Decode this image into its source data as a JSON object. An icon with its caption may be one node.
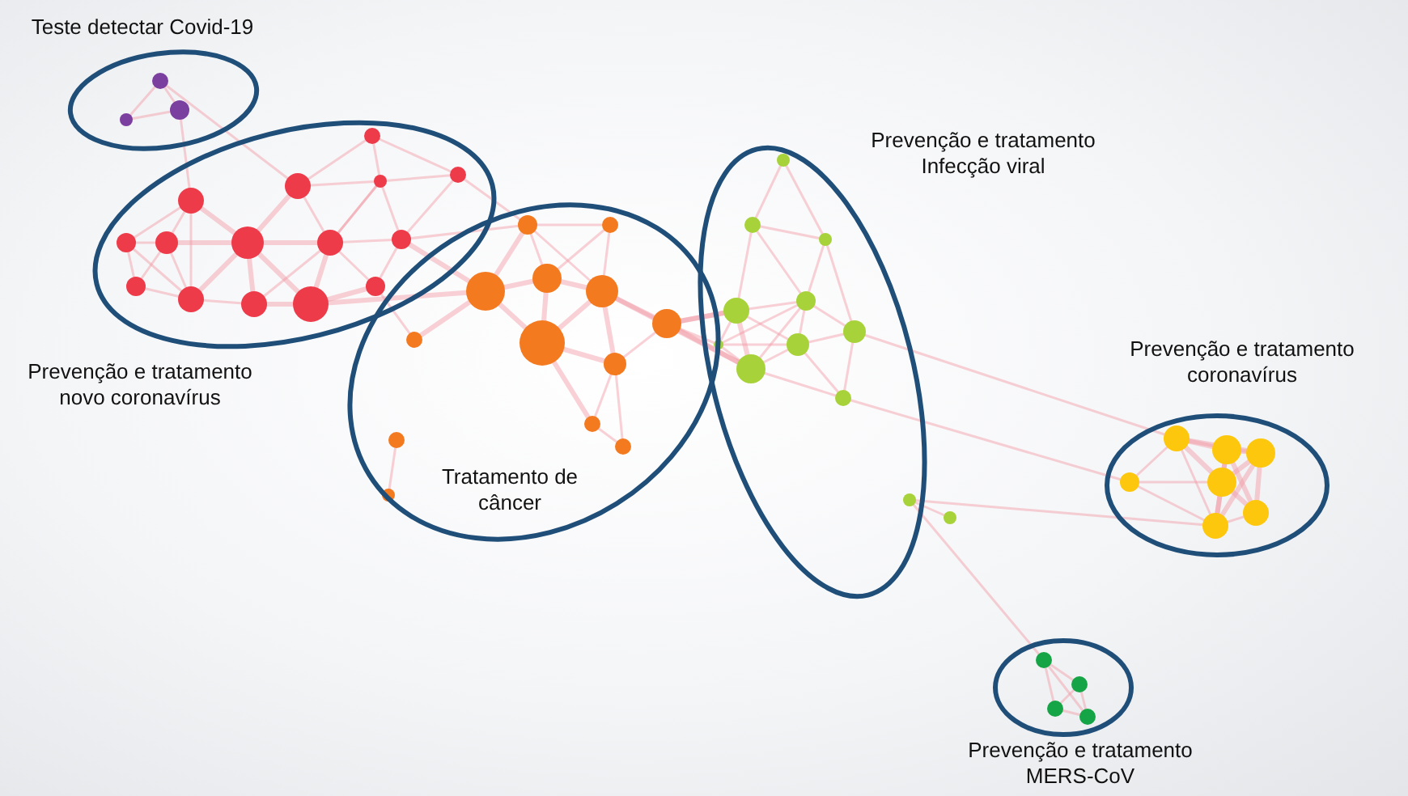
{
  "diagram": {
    "nodes": [
      {
        "text": [
          "Teste detectar Covid-19"
        ]
      },
      {
        "text": [
          "Prevenção e tratamento novo coronavírus"
        ]
      },
      {
        "text": [
          "Tratamento de câncer"
        ]
      },
      {
        "text": [
          "Prevenção e tratamento Infecção viral"
        ]
      },
      {
        "text": [
          "Prevenção e tratamento coronavírus"
        ]
      },
      {
        "text": [
          "Prevenção e tratamento MERS-CoV"
        ]
      }
    ]
  }
}
